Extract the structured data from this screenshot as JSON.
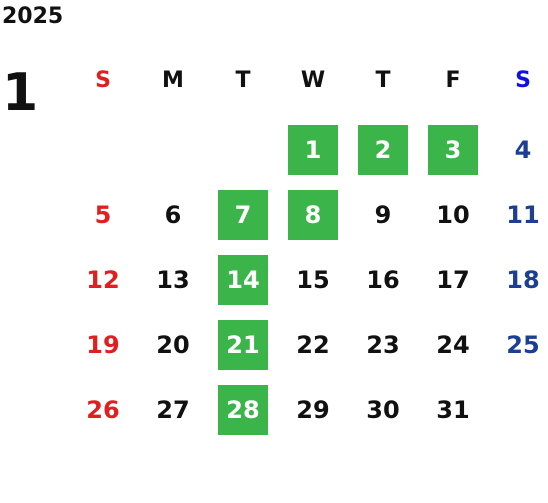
{
  "calendar": {
    "year": "2025",
    "month": "1",
    "weekdays": [
      "S",
      "M",
      "T",
      "W",
      "T",
      "F",
      "S"
    ],
    "first_weekday_index": 3,
    "days_in_month": 31,
    "highlighted_days": [
      1,
      2,
      3,
      7,
      8,
      14,
      21,
      28
    ],
    "colors": {
      "sunday": "#e02020",
      "saturday": "#1c3f94",
      "saturday_header": "#1010e0",
      "highlight": "#3bb54a",
      "default_text": "#111111"
    }
  }
}
